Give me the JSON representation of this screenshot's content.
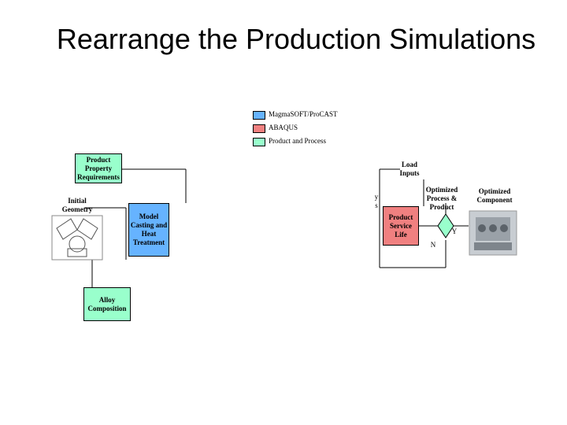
{
  "title": "Rearrange the Production Simulations",
  "legend": [
    {
      "label": "MagmaSOFT/ProCAST",
      "color": "#66b3ff"
    },
    {
      "label": "ABAQUS",
      "color": "#f08080"
    },
    {
      "label": "Product and Process",
      "color": "#99ffcc"
    }
  ],
  "nodes": {
    "product_property_requirements": "Product Property Requirements",
    "initial_geometry": "Initial Geometry",
    "model_casting": "Model Casting and Heat Treatment",
    "alloy_composition": "Alloy Composition",
    "load_inputs": "Load Inputs",
    "product_service_life": "Product Service Life",
    "optimized_process": "Optimized Process & Product",
    "optimized_component": "Optimized Component",
    "decision_yes": "Y",
    "decision_no": "N",
    "partial_label_1": "y",
    "partial_label_2": "s"
  }
}
